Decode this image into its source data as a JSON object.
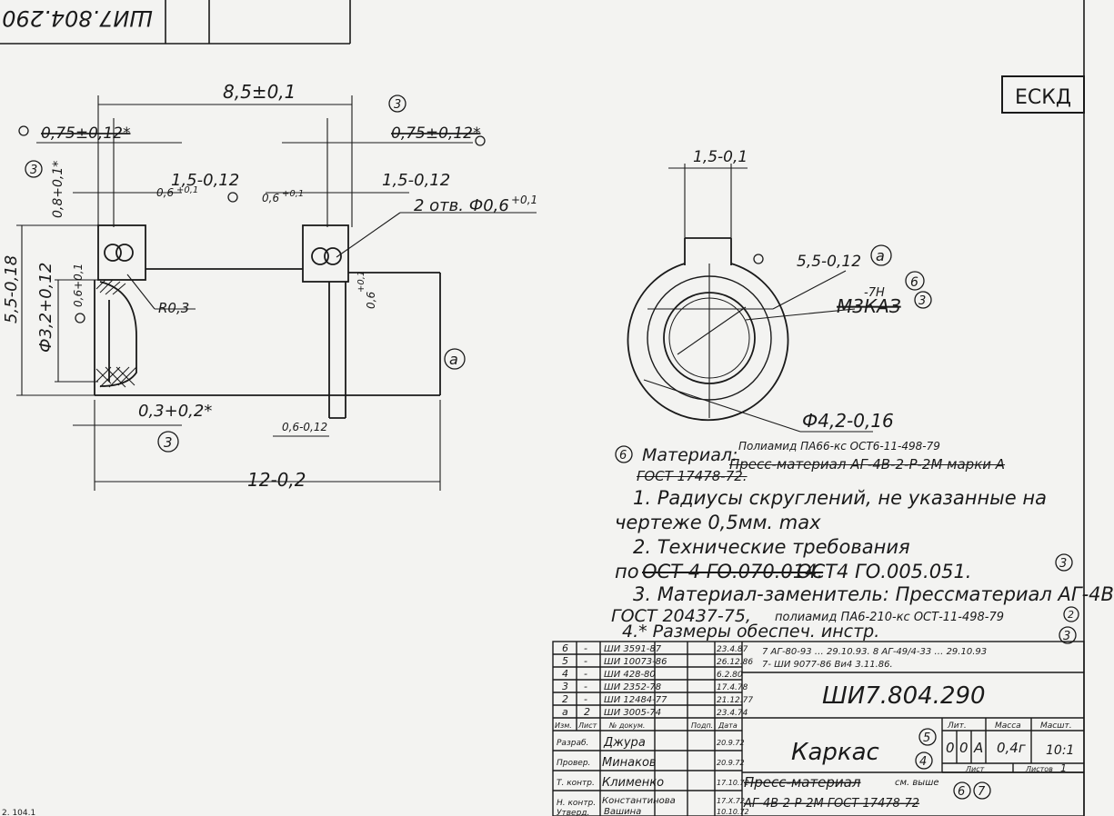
{
  "stamp": {
    "code": "ШИ7.804.290",
    "standard": "ЕСКД"
  },
  "dims": {
    "overall_top": "8,5±0,1",
    "left_075": "0,75±0,12*",
    "right_075": "0,75±0,12*",
    "flange_15a": "1,5-0,12",
    "flange_06a": "0,6",
    "flange_06a_tol": "+0,1",
    "flange_15b": "1,5-0,12",
    "flange_06b": "0,6",
    "flange_06b_tol": "+0,1",
    "hole_callout": "2 отв. Ф0,6",
    "hole_callout_tol": "+0,1",
    "small_08": "0,8+0,1*",
    "height_55": "5,5-0,18",
    "dia_32": "Ф3,2+0,12",
    "side_06": "0,6+0,1",
    "r03": "R0,3",
    "right_06": "0,6",
    "right_06_tol": "+0,1",
    "bottom_03": "0,3+0,2*",
    "bottom_06": "0,6-0,12",
    "overall_bottom": "12-0,2",
    "slot_15": "1,5-0,1",
    "inner_55": "5,5-0,12",
    "thread": "М3КАЗ",
    "thread_tol": "-7Н",
    "outer_dia": "Ф4,2-0,16"
  },
  "markers": {
    "c3": "3",
    "c7": "7",
    "a": "а",
    "c6": "6",
    "c5": "5",
    "c4": "4",
    "c2": "2"
  },
  "notes": {
    "material_label": "Материал:",
    "material_new": "Полиамид ПА66-кс ОСТ6-11-498-79",
    "material_old": "Пресс-материал АГ-4В-2-Р-2М марки А",
    "material_old2": "ГОСТ 17478-72.",
    "n1a": "1. Радиусы скруглений, не указанные на",
    "n1b": "чертеже 0,5мм. max",
    "n2a": "2. Технические требования",
    "n2b_prefix": "по",
    "n2b_old": "ОСТ 4 ГО.070.014.",
    "n2b_new": "ОСТ4 ГО.005.051.",
    "n3a": "3. Материал-заменитель: Прессматериал АГ-4В",
    "n3b": "ГОСТ 20437-75,",
    "n3b_small": "полиамид ПА6-210-кс ОСТ-11-498-79",
    "n4": "4.* Размеры обеспеч. инстр."
  },
  "revisions": [
    {
      "izm": "6",
      "list": "-",
      "doc": "ШИ 3591-87",
      "sign": "",
      "date": "23.4.87"
    },
    {
      "izm": "5",
      "list": "-",
      "doc": "ШИ 10073-86",
      "sign": "",
      "date": "26.12.86"
    },
    {
      "izm": "4",
      "list": "-",
      "doc": "ШИ 428-80",
      "sign": "",
      "date": "6.2.80"
    },
    {
      "izm": "3",
      "list": "-",
      "doc": "ШИ 2352-78",
      "sign": "",
      "date": "17.4.78"
    },
    {
      "izm": "2",
      "list": "-",
      "doc": "ШИ 12484-77",
      "sign": "",
      "date": "21.12.77"
    },
    {
      "izm": "а",
      "list": "2",
      "doc": "ШИ 3005-74",
      "sign": "",
      "date": "23.4.74"
    }
  ],
  "rev_notes": {
    "line1": "7  АГ-80-93 …  29.10.93.  8  АГ-49/4-33 …  29.10.93",
    "line2": "7-  ШИ 9077-86  Ви4  3.11.86."
  },
  "titleblock": {
    "h_izm": "Изм.",
    "h_list": "Лист",
    "h_doc": "№ докум.",
    "h_sign": "Подп.",
    "h_date": "Дата",
    "r_razrab": "Разраб.",
    "r_prov": "Провер.",
    "r_tkontr": "Т. контр.",
    "r_nkontr": "Н. контр.",
    "r_utv": "Утверд.",
    "n_razrab": "Джура",
    "n_prov": "Минаков",
    "n_tkontr": "Клименко",
    "n_nkontr": "Константинова",
    "n_utv": "Вашина",
    "d_razrab": "20.9.72",
    "d_prov": "20.9.72",
    "d_tkontr": "17.10.72",
    "d_nkontr": "17.X.72",
    "d_utv": "10.10.72",
    "doc_code": "ШИ7.804.290",
    "part_name": "Каркас",
    "h_lit": "Лит.",
    "h_mass": "Масса",
    "h_scale": "Масшт.",
    "lit1": "0",
    "lit2": "0",
    "lit3": "А",
    "mass": "0,4г",
    "scale": "10:1",
    "sheet_label": "Лист",
    "sheets_label": "Листов",
    "sheets": "1",
    "material_cell": "Пресс-материал",
    "material_cell_b": "АГ-4В-2-Р-2М  ГОСТ 17478-72",
    "see_above": "см. выше"
  },
  "margin": {
    "bottom_left": "2. 104.1"
  }
}
